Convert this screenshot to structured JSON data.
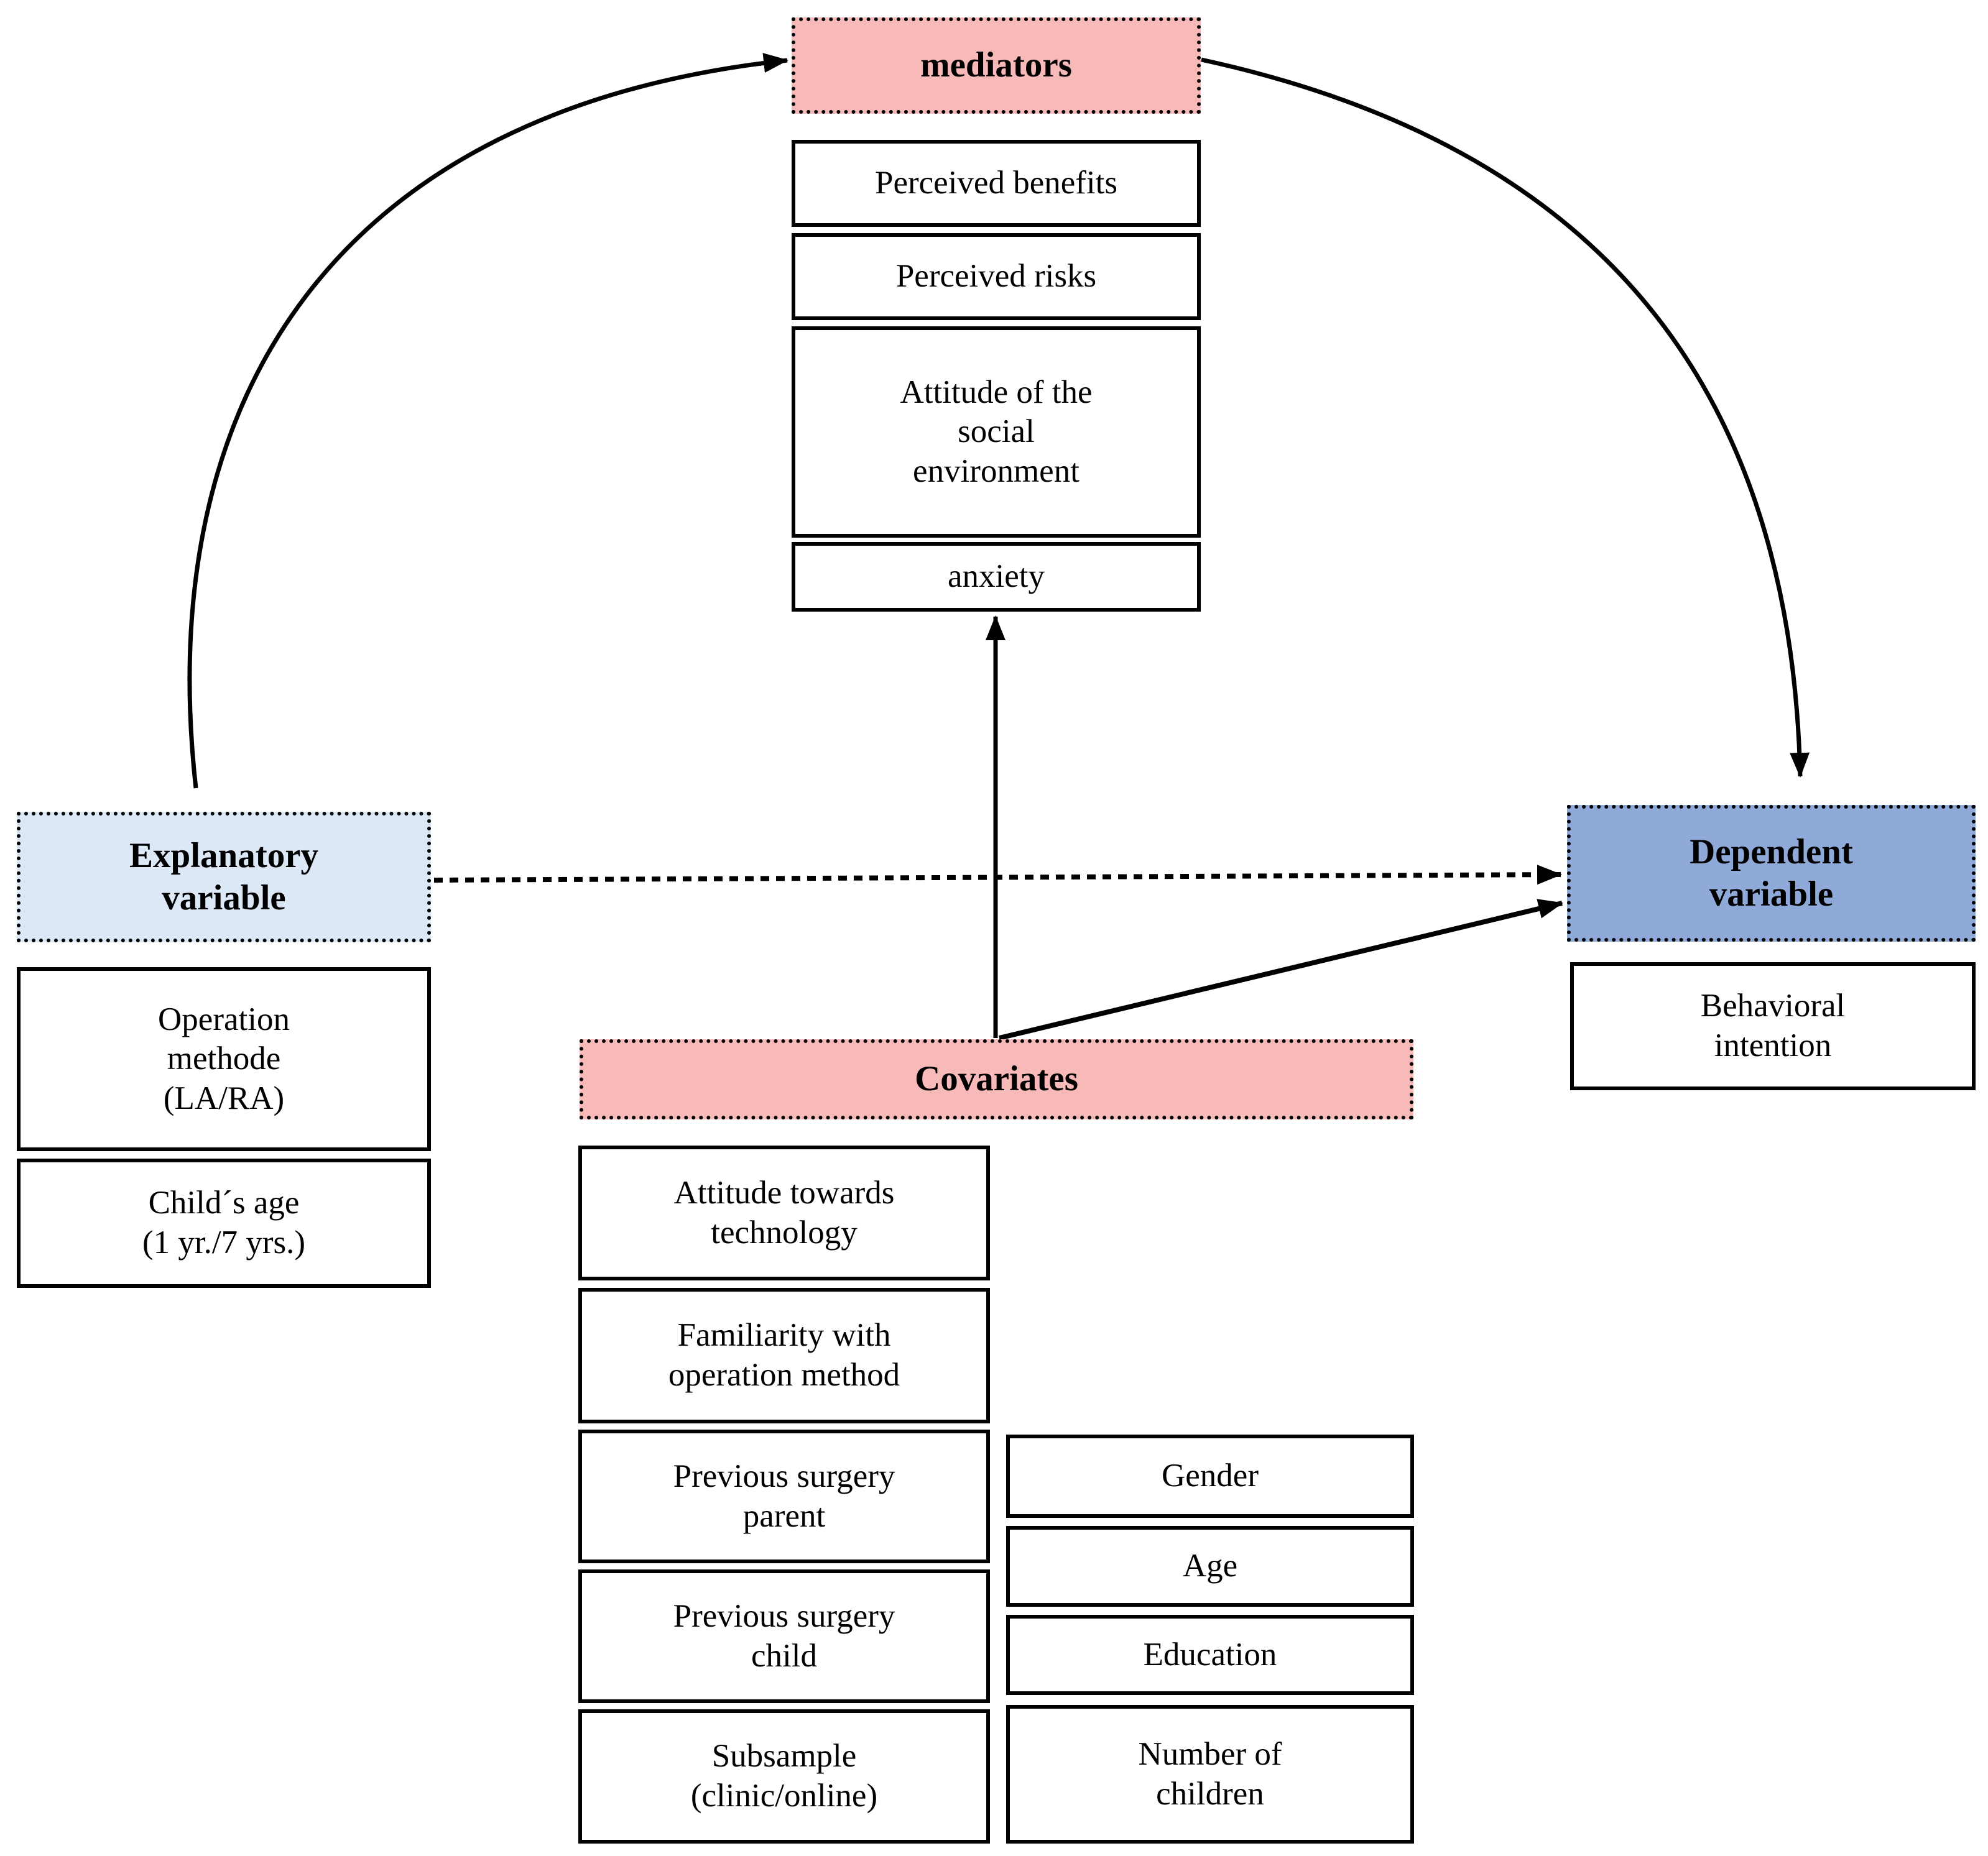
{
  "model": {
    "mediators": {
      "title": "mediators",
      "items": [
        "Perceived benefits",
        "Perceived risks",
        "Attitude of the\nsocial\nenvironment",
        "anxiety"
      ]
    },
    "explanatory": {
      "title": "Explanatory\nvariable",
      "items": [
        "Operation\nmethode\n(LA/RA)",
        "Child´s age\n(1 yr./7 yrs.)"
      ]
    },
    "dependent": {
      "title": "Dependent\nvariable",
      "items": [
        "Behavioral\nintention"
      ]
    },
    "covariates": {
      "title": "Covariates",
      "left_items": [
        "Attitude towards\ntechnology",
        "Familiarity with\noperation method",
        "Previous surgery\nparent",
        "Previous surgery\nchild",
        "Subsample\n(clinic/online)"
      ],
      "right_items": [
        "Gender",
        "Age",
        "Education",
        "Number of\nchildren"
      ]
    },
    "relations": [
      {
        "from": "Explanatory variable",
        "to": "mediators",
        "style": "solid-curved"
      },
      {
        "from": "mediators",
        "to": "Dependent variable",
        "style": "solid-curved"
      },
      {
        "from": "Covariates",
        "to": "mediators",
        "style": "solid-straight"
      },
      {
        "from": "Covariates",
        "to": "Dependent variable",
        "style": "solid-straight"
      },
      {
        "from": "Explanatory variable",
        "to": "Dependent variable",
        "style": "dashed"
      }
    ],
    "colors": {
      "mediators_fill": "#F8B9B9",
      "covariates_fill": "#F8B9B9",
      "explanatory_fill": "#DCE8F5",
      "dependent_fill": "#8FA9D9",
      "box_bg": "#FFFFFF",
      "line": "#000000",
      "text": "#000000"
    }
  }
}
